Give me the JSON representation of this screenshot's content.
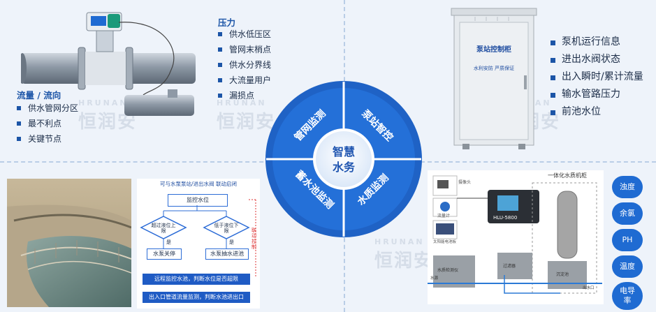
{
  "center": {
    "title_line1": "智慧",
    "title_line2": "水务",
    "segments": [
      "管网监测",
      "泵站智控",
      "水质监测",
      "蓄水池监测"
    ]
  },
  "watermark": {
    "en": "HRUNAN",
    "cn": "恒润安"
  },
  "top_left": {
    "flow_title": "流量 / 流向",
    "flow_items": [
      "供水管网分区",
      "最不利点",
      "关键节点"
    ],
    "pressure_title": "压力",
    "pressure_items": [
      "供水低压区",
      "管网末梢点",
      "供水分界线",
      "大流量用户",
      "漏损点"
    ]
  },
  "top_right": {
    "cabinet_label": "泵站控制柜",
    "cabinet_slogan": "水利安防  严质保证",
    "items": [
      "泵机运行信息",
      "进出水阀状态",
      "出入瞬时/累计流量",
      "输水管路压力",
      "前池水位"
    ]
  },
  "bottom_left": {
    "flow_header": "可与水泵泵站/进出水阀 联动启闭",
    "nodes": {
      "monitor": "监控水位",
      "over_upper": "超过液位上限",
      "below_lower": "低于液位下限",
      "pump_off": "水泵关停",
      "pump_on": "水泵抽水进池",
      "yes": "是",
      "linkage": "联动控制",
      "note1": "远程监控水池，判断水位是否超限",
      "note2": "出入口管道流量监测，判断水池进出口"
    }
  },
  "bottom_right": {
    "title": "一体化水质机柜",
    "device": "HLU-5800",
    "labels": [
      "摄像头",
      "流量计",
      "太阳能电池板",
      "水质检测仪",
      "过滤器",
      "沉淀池",
      "水源",
      "出水口"
    ]
  },
  "side_indicators": [
    "浊度",
    "余氯",
    "PH",
    "温度",
    "电导率"
  ],
  "colors": {
    "primary": "#1f6bd2",
    "dark": "#1a4fa8",
    "text": "#1c2d48"
  }
}
